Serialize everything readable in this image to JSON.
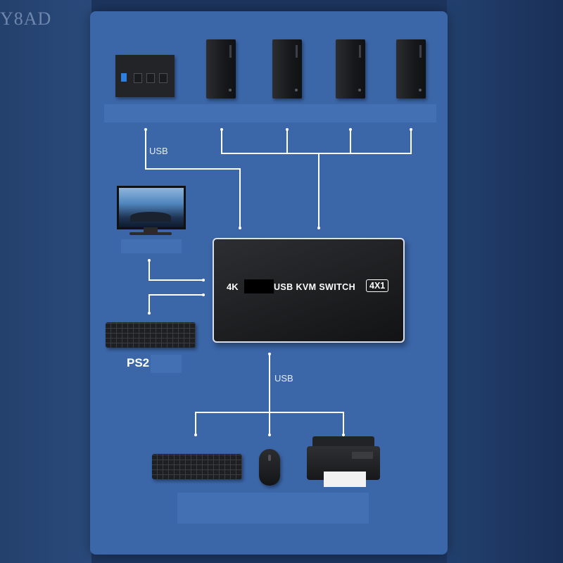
{
  "watermark": "Y8AD",
  "device": {
    "prefix": "4K",
    "name": "USB KVM SWITCH",
    "badge": "4X1"
  },
  "labels": {
    "usb_top": "USB",
    "usb_bottom": "USB",
    "ps2": "PS2"
  },
  "colors": {
    "background": "#1d355e",
    "panel": "#3b66a8",
    "wire": "#ffffff",
    "device": "#1a1b1d"
  },
  "icons": [
    "kvm-switch-icon",
    "pc-tower-icon",
    "monitor-icon",
    "keyboard-icon",
    "mouse-icon",
    "printer-icon"
  ]
}
